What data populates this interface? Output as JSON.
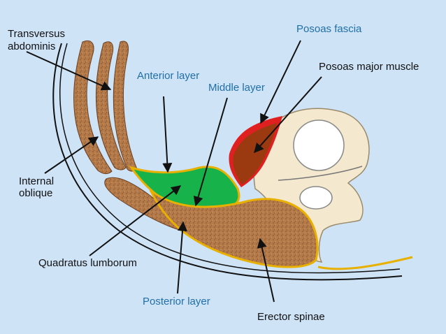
{
  "labels": {
    "transversus_line1": "Transversus",
    "transversus_line2": "abdominis",
    "internal_line1": "Internal",
    "internal_line2": "oblique",
    "quadratus": "Quadratus lumborum",
    "anterior": "Anterior layer",
    "middle": "Middle layer",
    "posterior": "Posterior layer",
    "psoas_fascia": "Posoas fascia",
    "psoas_major": "Posoas major muscle",
    "erector": "Erector spinae"
  },
  "colors": {
    "background": "#cfe3f7",
    "muscle": "#b07848",
    "muscle_dark": "#8a5530",
    "green_layer": "#17b24a",
    "fascia_yellow": "#e8b000",
    "psoas_red": "#e02020",
    "psoas_brown": "#9b3a10",
    "bone": "#f4e9cf",
    "label_dark": "#111111",
    "label_blue": "#1f6fa8"
  }
}
